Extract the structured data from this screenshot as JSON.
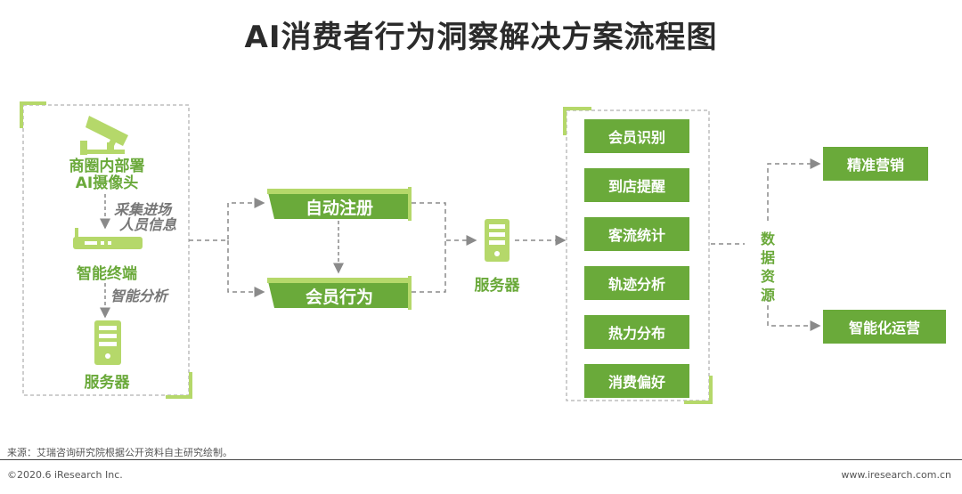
{
  "title": "AI消费者行为洞察解决方案流程图",
  "left_panel": {
    "camera_label_line1": "商圈内部署",
    "camera_label_line2": "AI摄像头",
    "collect_label_line1": "采集进场",
    "collect_label_line2": "人员信息",
    "terminal_label": "智能终端",
    "analysis_label": "智能分析",
    "server_label": "服务器"
  },
  "middle": {
    "step1": "自动注册",
    "step2": "会员行为",
    "server_label": "服务器"
  },
  "features": [
    "会员识别",
    "到店提醒",
    "客流统计",
    "轨迹分析",
    "热力分布",
    "消费偏好"
  ],
  "data_source_label": "数据资源",
  "outputs": [
    "精准营销",
    "智能化运营"
  ],
  "colors": {
    "accent_green": "#6aaa3a",
    "light_green": "#b5d86a",
    "dash_gray": "#8a8a8a"
  },
  "footer": {
    "source": "来源：艾瑞咨询研究院根据公开资料自主研究绘制。",
    "copyright": "©2020.6 iResearch Inc.",
    "url": "www.iresearch.com.cn"
  }
}
